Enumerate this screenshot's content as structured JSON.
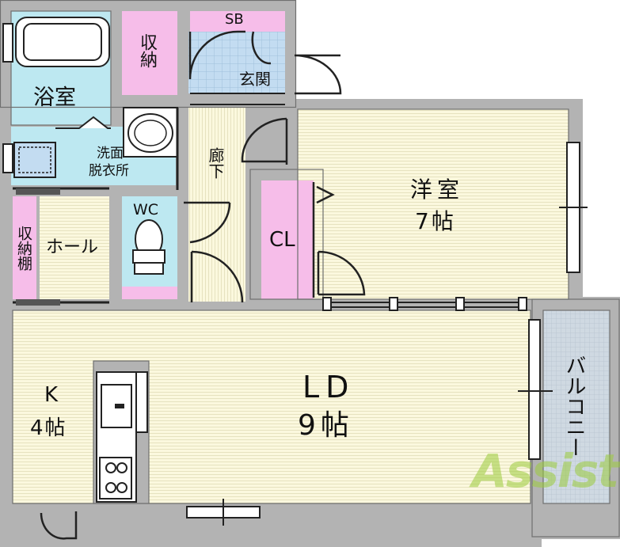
{
  "rooms": {
    "bath": "浴室",
    "storage_top": "収納",
    "shoe_box": "SB",
    "entrance": "玄関",
    "hallway": "廊下",
    "washroom_line1": "洗面",
    "washroom_line2": "脱衣所",
    "wc": "WC",
    "storage_shelf": "収納棚",
    "hall": "ホール",
    "closet": "CL",
    "western_name": "洋室",
    "western_size": "7帖",
    "kitchen_name": "K",
    "kitchen_size": "4帖",
    "living_name": "LD",
    "living_size": "9帖",
    "balcony": "バルコニー"
  },
  "watermark": {
    "text": "Assist"
  },
  "colors": {
    "wall": "#b3b3b3",
    "wall_edge": "#6f6f6f",
    "floor": "#fbf8de",
    "floor_line": "#e6e2bf",
    "tile": "#c3dcf1",
    "wet": "#bde8f1",
    "storage": "#f6bde9",
    "balcony": "#cfd9e2",
    "watermark": "#9ccc3c"
  }
}
